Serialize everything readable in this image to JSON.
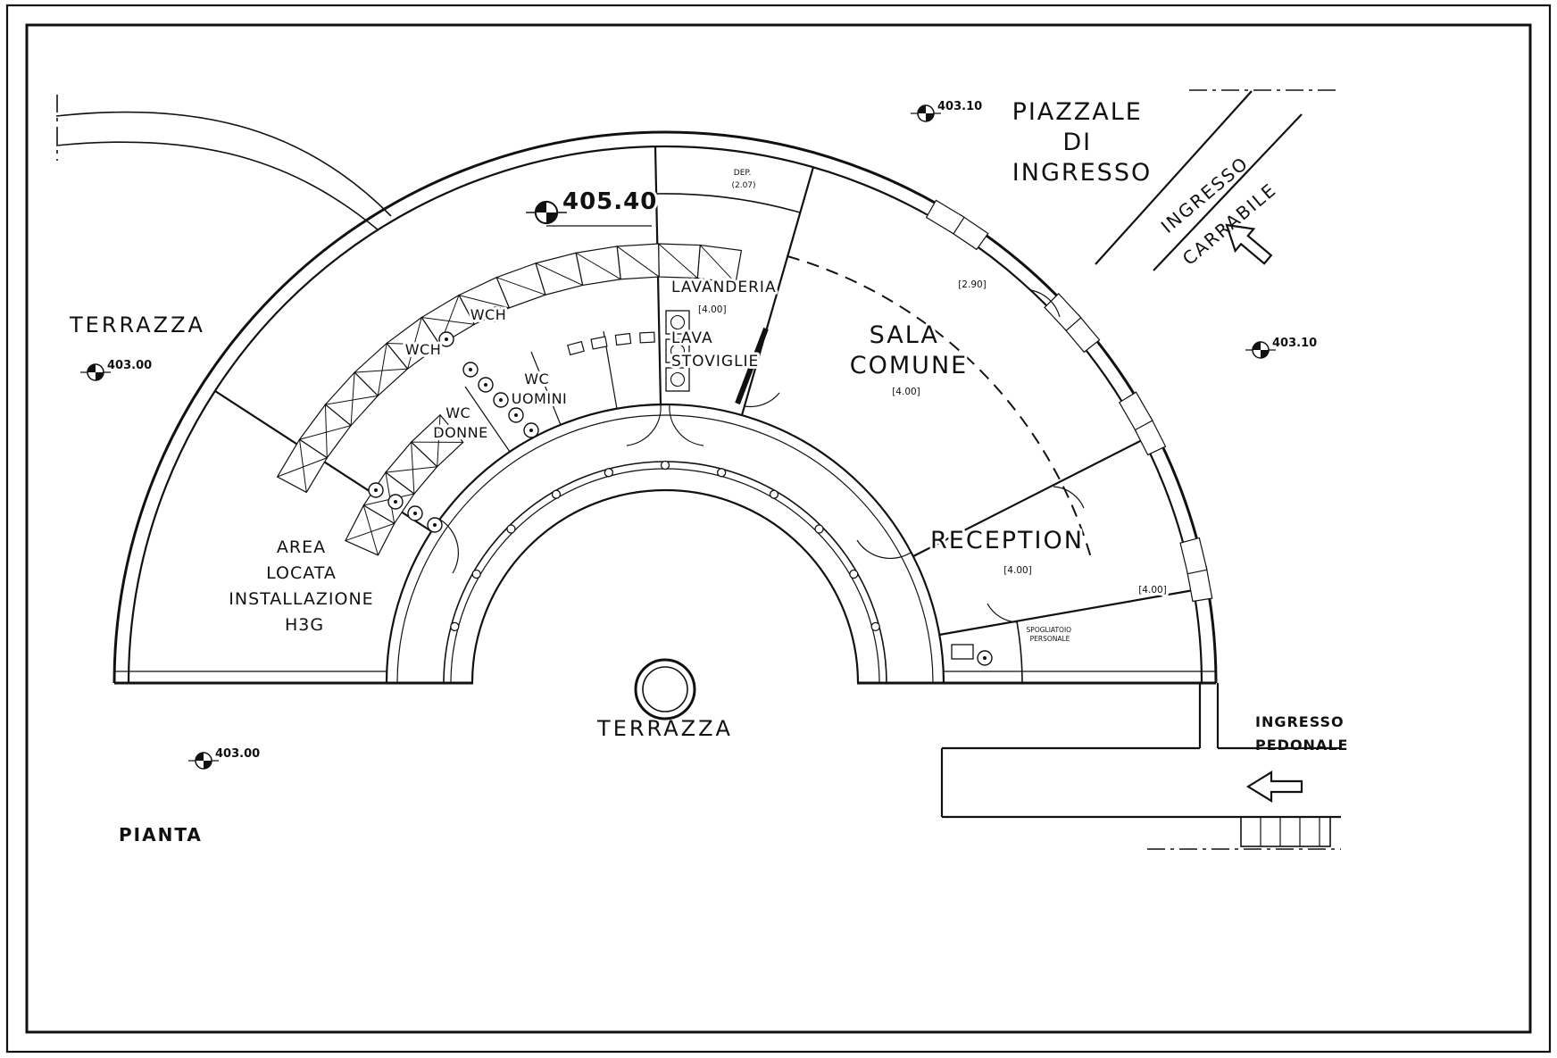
{
  "page": {
    "background": "#ffffff",
    "ink": "#111111"
  },
  "plan": {
    "title": "PIANTA",
    "areas": {
      "terrazza_left": "TERRAZZA",
      "terrazza_center": "TERRAZZA",
      "piazzale_lines": [
        "PIAZZALE",
        "DI",
        "INGRESSO"
      ],
      "carrabile_lines": [
        "INGRESSO",
        "CARRABILE"
      ],
      "pedonale_lines": [
        "INGRESSO",
        "PEDONALE"
      ]
    },
    "rooms": {
      "sala_comune": {
        "lines": [
          "SALA",
          "COMUNE"
        ],
        "size": "[4.00]"
      },
      "reception": {
        "label": "RECEPTION",
        "size": "[4.00]"
      },
      "lavanderia": {
        "label": "LAVANDERIA",
        "size": "[4.00]"
      },
      "lava_stoviglie": {
        "lines": [
          "LAVA",
          "STOVIGLIE"
        ]
      },
      "dep": {
        "label": "DEP.",
        "size": "(2.07)"
      },
      "wch_upper": "WCH",
      "wch_lower": "WCH",
      "wc_uomini": {
        "lines": [
          "WC",
          "UOMINI"
        ]
      },
      "wc_donne": {
        "lines": [
          "WC",
          "DONNE"
        ]
      },
      "area_locata": {
        "lines": [
          "AREA",
          "LOCATA",
          "INSTALLAZIONE",
          "H3G"
        ]
      },
      "spogliatoio": {
        "lines": [
          "SPOGLIATOIO",
          "PERSONALE"
        ]
      },
      "corridor_width": "[2.90]",
      "right_room_size": "[4.00]"
    },
    "elevations": {
      "top_center": "405.40",
      "top_right": "403.10",
      "mid_right": "403.10",
      "mid_left": "403.00",
      "bottom_left": "403.00"
    }
  }
}
